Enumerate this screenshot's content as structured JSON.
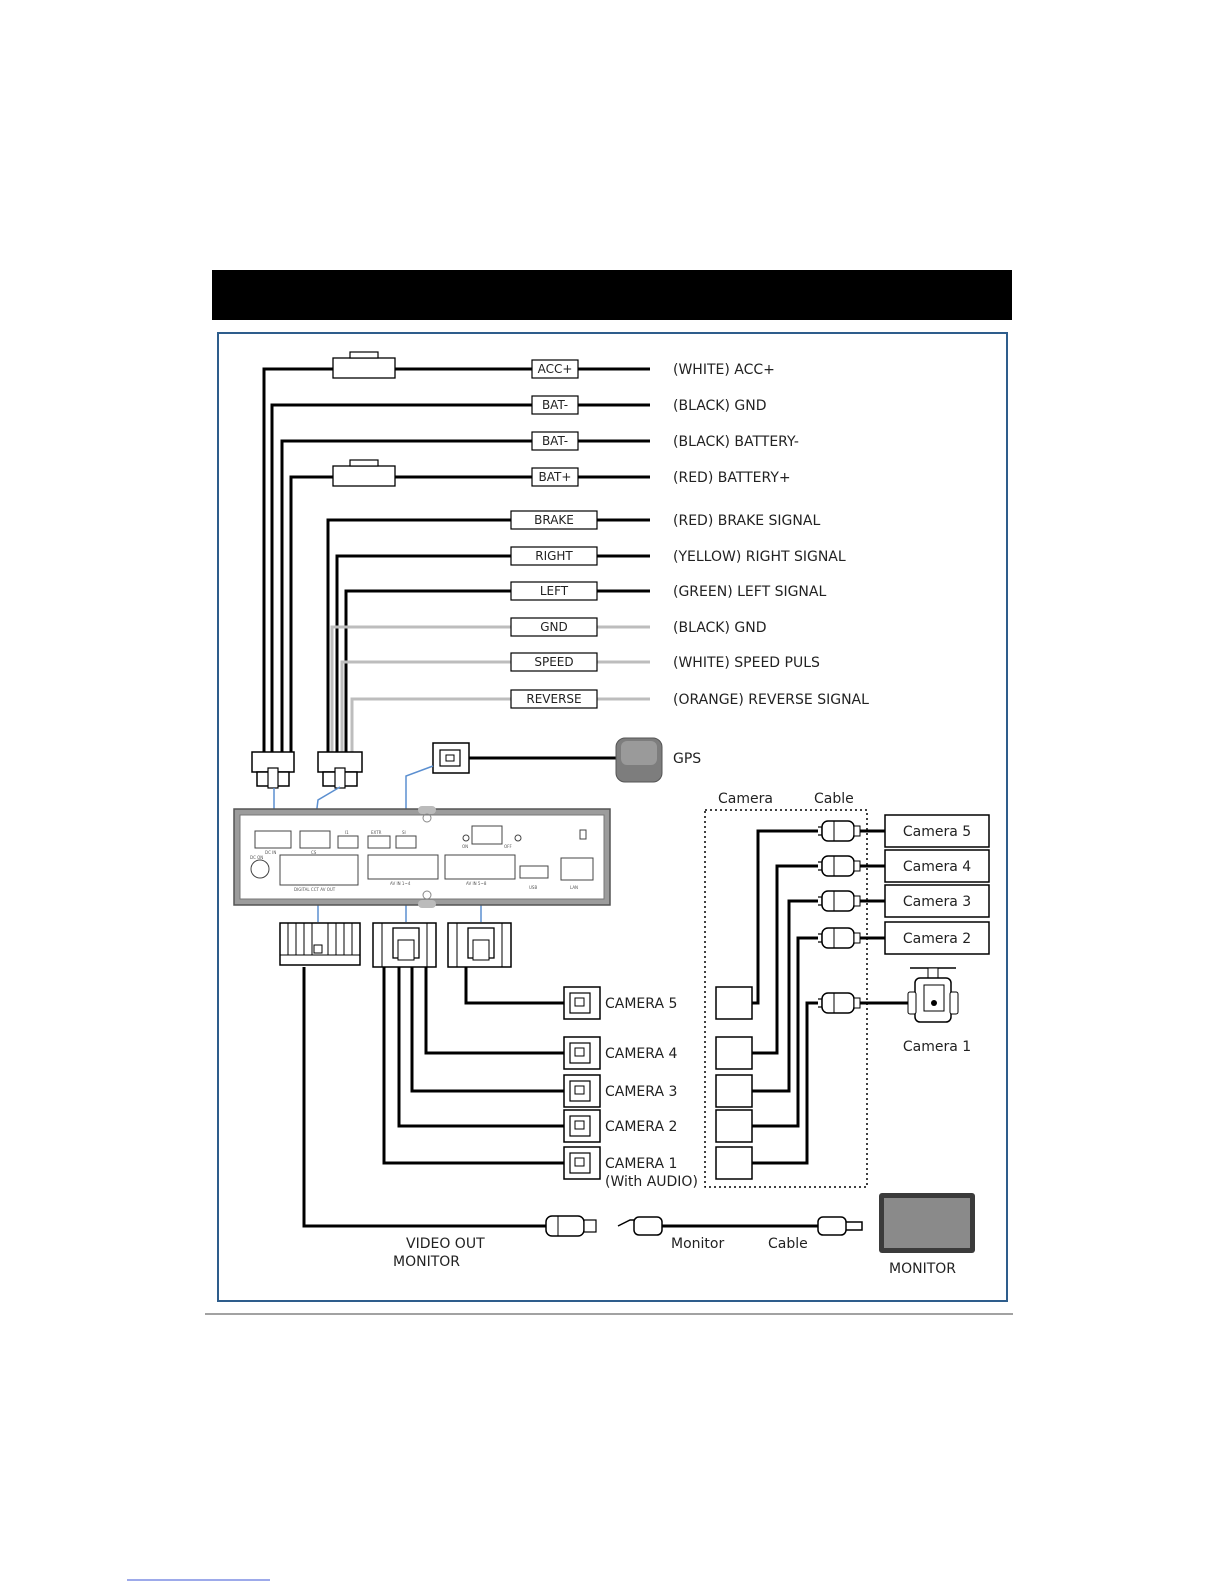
{
  "harness": {
    "wires": [
      {
        "tag": "ACC+",
        "label": "(WHITE) ACC+",
        "fuse": true
      },
      {
        "tag": "BAT-",
        "label": "(BLACK) GND",
        "fuse": false
      },
      {
        "tag": "BAT-",
        "label": "(BLACK) BATTERY-",
        "fuse": false
      },
      {
        "tag": "BAT+",
        "label": "(RED) BATTERY+",
        "fuse": true
      },
      {
        "tag": "BRAKE",
        "label": "(RED) BRAKE SIGNAL",
        "color": "black"
      },
      {
        "tag": "RIGHT",
        "label": "(YELLOW) RIGHT SIGNAL",
        "color": "black"
      },
      {
        "tag": "LEFT",
        "label": "(GREEN) LEFT SIGNAL",
        "color": "black"
      },
      {
        "tag": "GND",
        "label": "(BLACK) GND",
        "color": "gray"
      },
      {
        "tag": "SPEED",
        "label": "(WHITE) SPEED PULS",
        "color": "gray"
      },
      {
        "tag": "REVERSE",
        "label": "(ORANGE) REVERSE SIGNAL",
        "color": "gray"
      }
    ]
  },
  "gps": {
    "label": "GPS"
  },
  "dvr_panel": {
    "port_labels": [
      "DC IN",
      "CS",
      "I1",
      "EXTR",
      "SI",
      "ON",
      "OFF",
      "DC ON",
      "DIGITAL CCT AV OUT",
      "AV IN 1~4",
      "AV IN 5~8",
      "USB",
      "LAN"
    ]
  },
  "camera_connectors": [
    {
      "label": "CAMERA 5",
      "sub": ""
    },
    {
      "label": "CAMERA 4",
      "sub": ""
    },
    {
      "label": "CAMERA 3",
      "sub": ""
    },
    {
      "label": "CAMERA 2",
      "sub": ""
    },
    {
      "label": "CAMERA 1",
      "sub": "(With AUDIO)"
    }
  ],
  "camera_cable": {
    "title_left": "Camera",
    "title_right": "Cable",
    "cameras": [
      "Camera 5",
      "Camera 4",
      "Camera 3",
      "Camera 2",
      "Camera 1"
    ]
  },
  "video_out": {
    "line1": "VIDEO OUT",
    "line2": "MONITOR"
  },
  "monitor_cable": {
    "left": "Monitor",
    "right": "Cable"
  },
  "monitor": {
    "label": "MONITOR"
  },
  "colors": {
    "frame_border": "#2e5d8c",
    "header_bar": "#000000",
    "wire": "#000000",
    "signal_gray": "#bdbdbd",
    "link_blue": "#5b8fd0"
  }
}
